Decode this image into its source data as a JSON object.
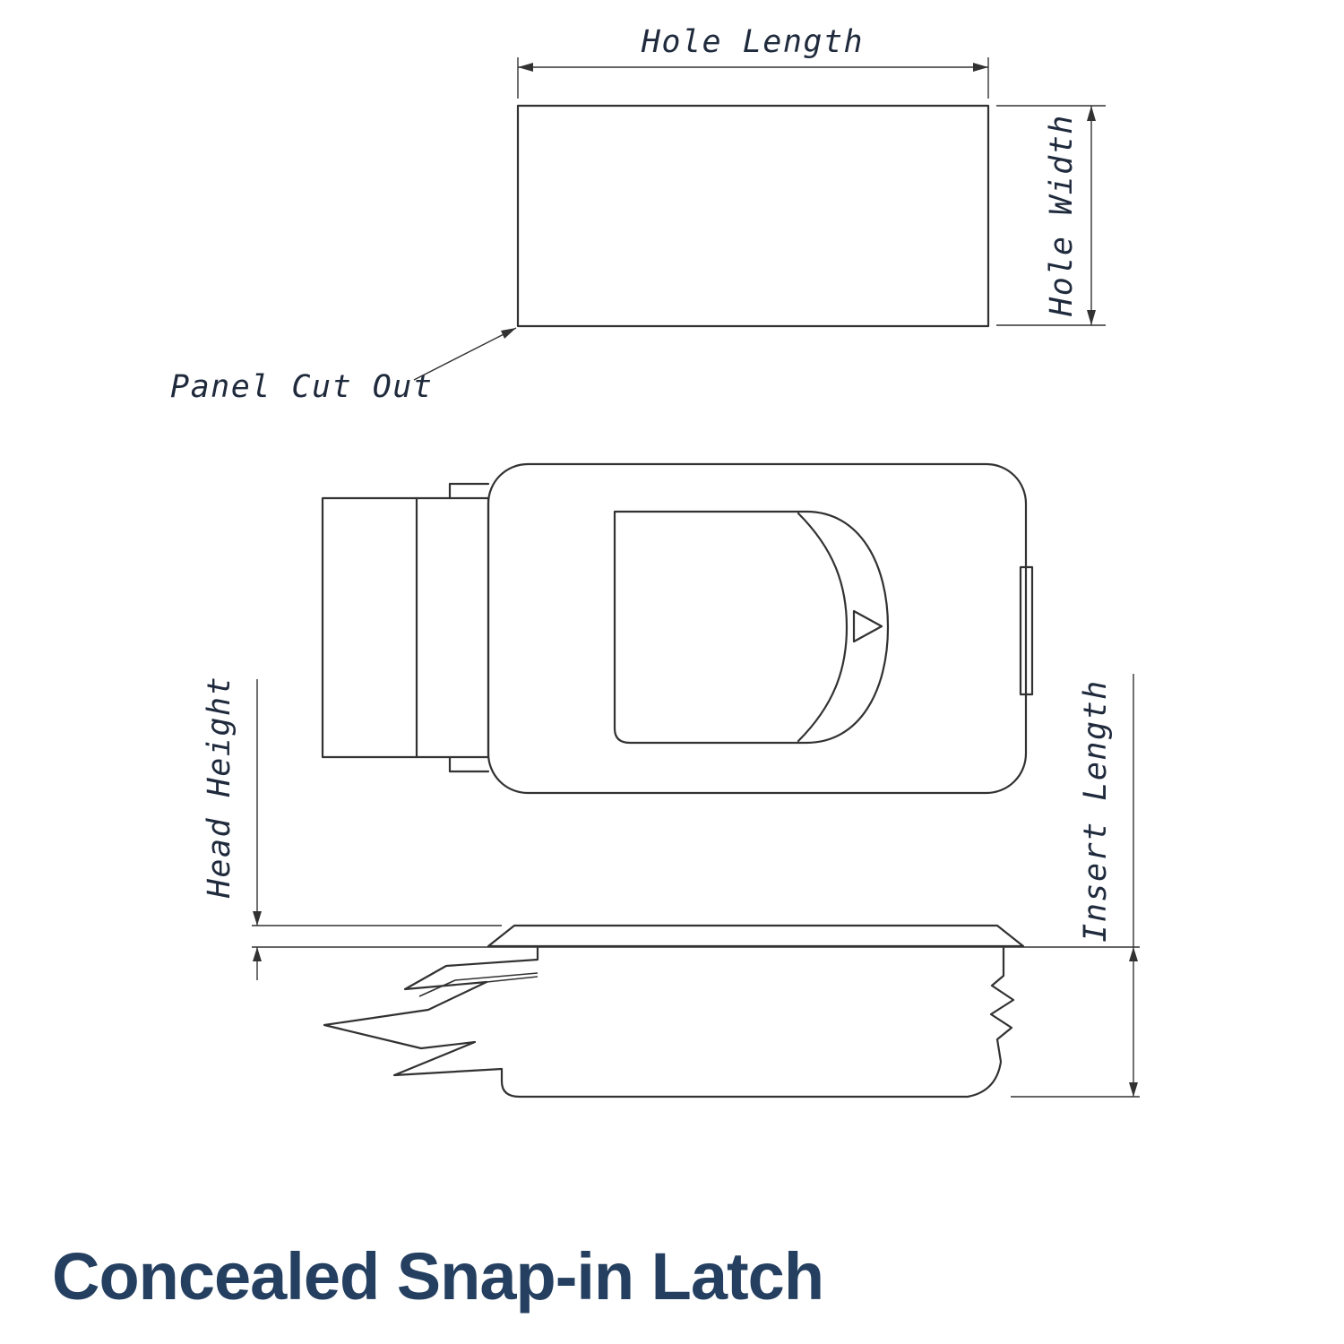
{
  "title": "Concealed Snap-in Latch",
  "drawing": {
    "labels": {
      "hole_length": "Hole Length",
      "hole_width": "Hole Width",
      "panel_cut_out": "Panel Cut Out",
      "head_height": "Head Height",
      "insert_length": "Insert Length"
    }
  },
  "colors": {
    "line-color": "#323232",
    "label-color": "#1f2a3c",
    "title-color": "#243f60",
    "background": "#ffffff"
  }
}
